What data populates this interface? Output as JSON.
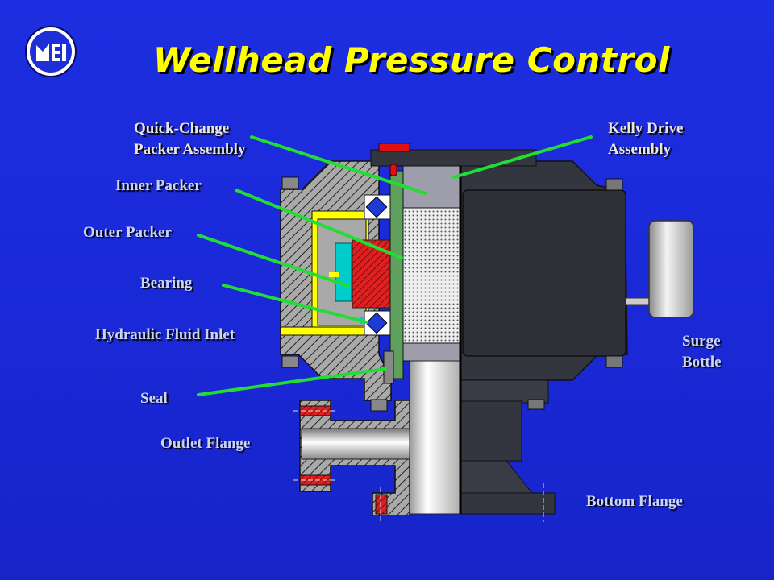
{
  "slide": {
    "title": "Wellhead Pressure Control",
    "logo_text": "MEI"
  },
  "labels": {
    "quick_change_line1": "Quick-Change",
    "quick_change_line2": "Packer Assembly",
    "kelly_line1": "Kelly Drive",
    "kelly_line2": "Assembly",
    "inner_packer": "Inner Packer",
    "outer_packer": "Outer Packer",
    "bearing": "Bearing",
    "hydraulic_inlet": "Hydraulic Fluid Inlet",
    "seal": "Seal",
    "outlet_flange": "Outlet Flange",
    "surge_line1": "Surge",
    "surge_line2": "Bottle",
    "bottom_flange": "Bottom Flange"
  },
  "colors": {
    "background": "#1a28d6",
    "title": "#ffff00",
    "label": "#c8d4ff",
    "leader": "#22dd33",
    "body_gray": "#a8a8a8",
    "dark_gray": "#33353f",
    "yellow": "#ffff00",
    "cyan": "#00cccc",
    "red": "#dd1111"
  }
}
